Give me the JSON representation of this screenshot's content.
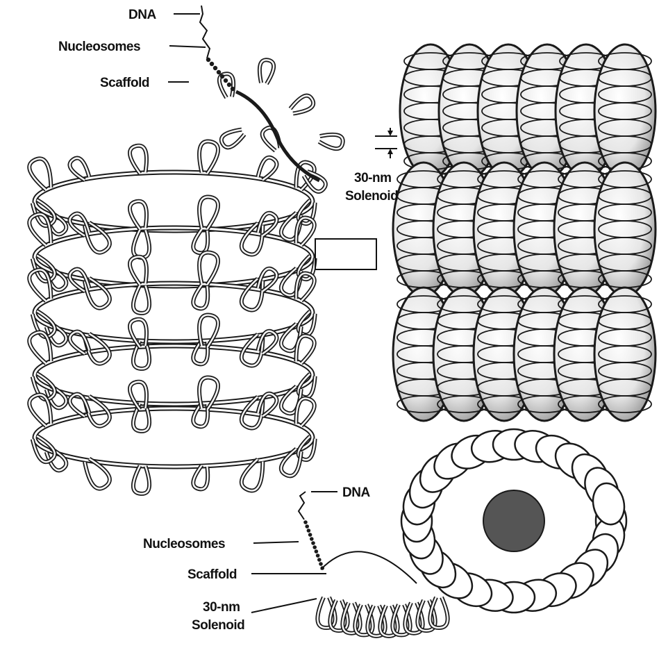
{
  "colors": {
    "ink": "#1a1a1a",
    "paper": "#ffffff",
    "shade": "#9a9a9a",
    "light": "#eeeeee"
  },
  "labels": {
    "top_dna": "DNA",
    "top_nucleosomes": "Nucleosomes",
    "top_scaffold": "Scaffold",
    "solenoid_line1": "30-nm",
    "solenoid_line2": "Solenoid",
    "bottom_dna": "DNA",
    "bottom_nucleosomes": "Nucleosomes",
    "bottom_scaffold": "Scaffold",
    "bottom_solenoid_line1": "30-nm",
    "bottom_solenoid_line2": "Solenoid"
  }
}
